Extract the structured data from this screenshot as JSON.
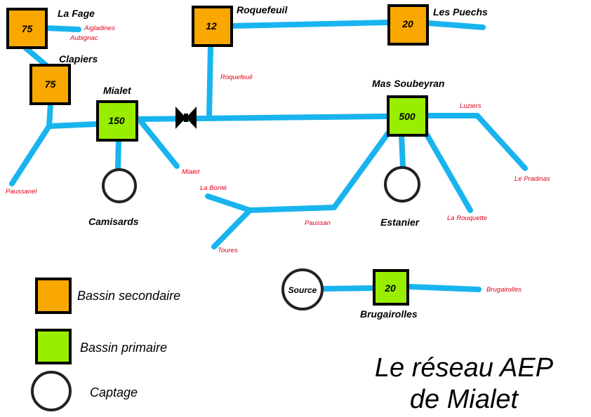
{
  "colors": {
    "pipe": "#19b4ee",
    "secondary": "#f9a800",
    "primary": "#99ee00",
    "branch_label": "#e0001a"
  },
  "reservoirs": {
    "la_fage": {
      "name": "La Fage",
      "value": "75",
      "type": "secondary"
    },
    "clapiers": {
      "name": "Clapiers",
      "value": "75",
      "type": "secondary"
    },
    "roquefeuil": {
      "name": "Roquefeuil",
      "value": "12",
      "type": "secondary"
    },
    "les_puechs": {
      "name": "Les Puechs",
      "value": "20",
      "type": "secondary"
    },
    "mialet": {
      "name": "Mialet",
      "value": "150",
      "type": "primary"
    },
    "mas_soubeyran": {
      "name": "Mas Soubeyran",
      "value": "500",
      "type": "primary"
    },
    "brugairolles": {
      "name": "Brugairolles",
      "value": "20",
      "type": "primary"
    }
  },
  "captages": {
    "camisards": "Camisards",
    "estanier": "Estanier",
    "source": "Source"
  },
  "branches": {
    "aigladines": "Aigladines",
    "aubignac": "Aubignac",
    "paussanel": "Paussanel",
    "roquefeuil": "Roquefeuil",
    "mialet": "Mialet",
    "la_bonte": "La Bonté",
    "toures": "Toures",
    "paussan": "Paussan",
    "luziers": "Luziers",
    "le_pradinas": "Le Pradinas",
    "la_rouquette": "La Rouquette",
    "brugairolles": "Brugairolles"
  },
  "legend": {
    "secondary": "Bassin secondaire",
    "primary": "Bassin primaire",
    "captage": "Captage"
  },
  "title": {
    "line1": "Le réseau AEP",
    "line2": "de Mialet"
  }
}
